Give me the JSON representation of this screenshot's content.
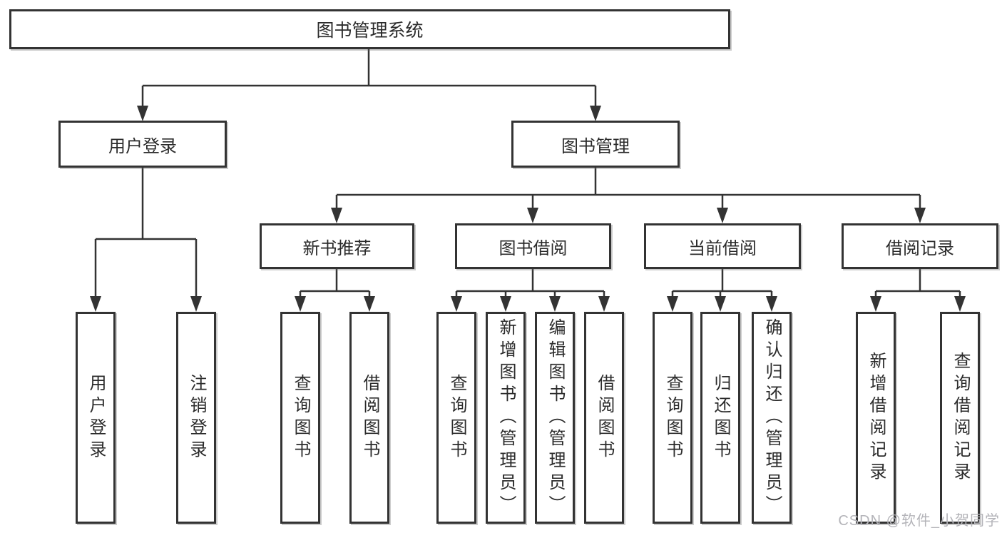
{
  "diagram_title": "图书管理系统",
  "tree": {
    "label": "图书管理系统",
    "children": [
      {
        "label": "用户登录",
        "children": [
          {
            "label": "用户登录"
          },
          {
            "label": "注销登录"
          }
        ]
      },
      {
        "label": "图书管理",
        "children": [
          {
            "label": "新书推荐",
            "children": [
              {
                "label": "查询图书"
              },
              {
                "label": "借阅图书"
              }
            ]
          },
          {
            "label": "图书借阅",
            "children": [
              {
                "label": "查询图书"
              },
              {
                "label": "新增图书（管理员）"
              },
              {
                "label": "编辑图书（管理员）"
              },
              {
                "label": "借阅图书"
              }
            ]
          },
          {
            "label": "当前借阅",
            "children": [
              {
                "label": "查询图书"
              },
              {
                "label": "归还图书"
              },
              {
                "label": "确认归还（管理员）"
              }
            ]
          },
          {
            "label": "借阅记录",
            "children": [
              {
                "label": "新增借阅记录"
              },
              {
                "label": "查询借阅记录"
              }
            ]
          }
        ]
      }
    ]
  },
  "watermark": {
    "text": "CSDN @软件_小贺同学"
  },
  "colors": {
    "line": "#333333",
    "box_border": "#333333",
    "box_fill": "#ffffff",
    "text": "#2b2b2b",
    "watermark": "#b4b4b9",
    "background": "#ffffff"
  }
}
